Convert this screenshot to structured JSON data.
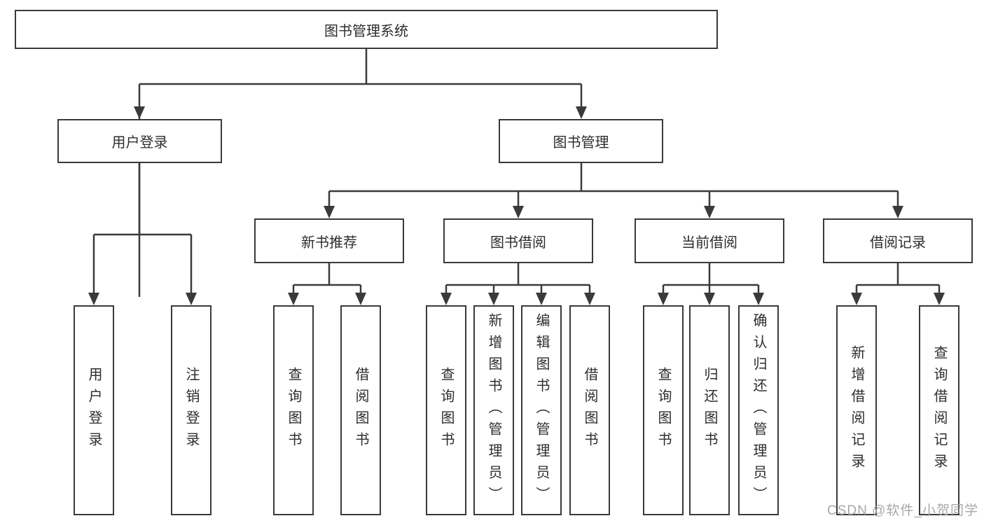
{
  "tree": {
    "label": "图书管理系统",
    "children": [
      {
        "label": "用户登录",
        "children": [
          {
            "label": "用户登录"
          },
          {
            "label": "注销登录"
          }
        ]
      },
      {
        "label": "图书管理",
        "children": [
          {
            "label": "新书推荐",
            "children": [
              {
                "label": "查询图书"
              },
              {
                "label": "借阅图书"
              }
            ]
          },
          {
            "label": "图书借阅",
            "children": [
              {
                "label": "查询图书"
              },
              {
                "label": "新增图书（管理员）"
              },
              {
                "label": "编辑图书（管理员）"
              },
              {
                "label": "借阅图书"
              }
            ]
          },
          {
            "label": "当前借阅",
            "children": [
              {
                "label": "查询图书"
              },
              {
                "label": "归还图书"
              },
              {
                "label": "确认归还（管理员）"
              }
            ]
          },
          {
            "label": "借阅记录",
            "children": [
              {
                "label": "新增借阅记录"
              },
              {
                "label": "查询借阅记录"
              }
            ]
          }
        ]
      }
    ]
  },
  "watermark": {
    "text": "CSDN @软件_小贺同学"
  },
  "colors": {
    "line": "#3a3a3a",
    "box_border": "#3a3a3a",
    "text": "#2d2d2d",
    "watermark": "#a8a8a8",
    "background": "#ffffff"
  }
}
